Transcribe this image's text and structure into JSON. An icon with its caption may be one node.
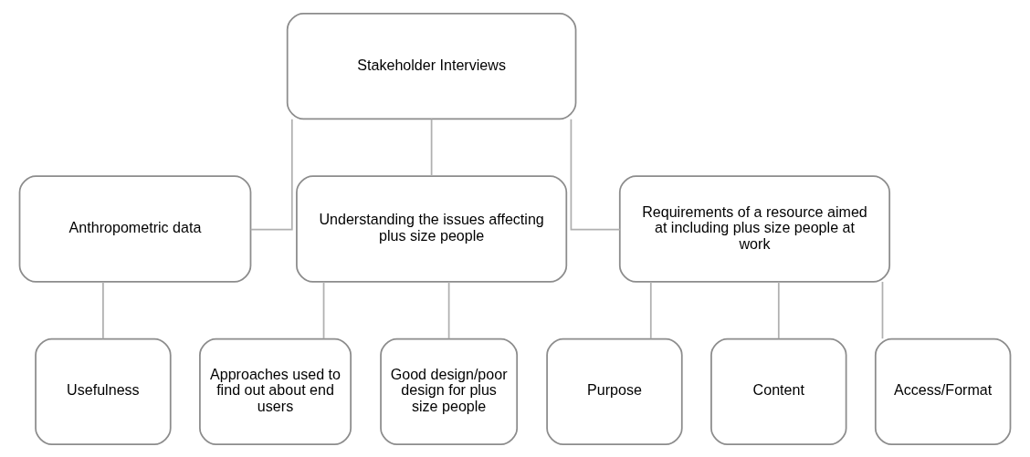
{
  "diagram": {
    "nodes": [
      {
        "text": [
          "Stakeholder Interviews"
        ]
      },
      {
        "text": [
          "Anthropometric data"
        ]
      },
      {
        "text": [
          "Understanding the issues affecting plus size people"
        ]
      },
      {
        "text": [
          "Requirements of a resource aimed at including plus size people at work"
        ]
      },
      {
        "text": [
          "Usefulness"
        ]
      },
      {
        "text": [
          "Approaches used to find out about end users"
        ]
      },
      {
        "text": [
          "Good design/poor design for plus size people"
        ]
      },
      {
        "text": [
          "Purpose"
        ]
      },
      {
        "text": [
          "Content"
        ]
      },
      {
        "text": [
          "Access/Format"
        ]
      }
    ],
    "edges": [
      {
        "from": 0,
        "to": 1,
        "arrow": "none"
      },
      {
        "from": 0,
        "to": 2,
        "arrow": "none"
      },
      {
        "from": 0,
        "to": 3,
        "arrow": "none"
      },
      {
        "from": 1,
        "to": 4,
        "arrow": "none"
      },
      {
        "from": 2,
        "to": 5,
        "arrow": "none"
      },
      {
        "from": 2,
        "to": 6,
        "arrow": "none"
      },
      {
        "from": 3,
        "to": 7,
        "arrow": "none"
      },
      {
        "from": 3,
        "to": 8,
        "arrow": "none"
      },
      {
        "from": 3,
        "to": 9,
        "arrow": "none"
      }
    ]
  }
}
